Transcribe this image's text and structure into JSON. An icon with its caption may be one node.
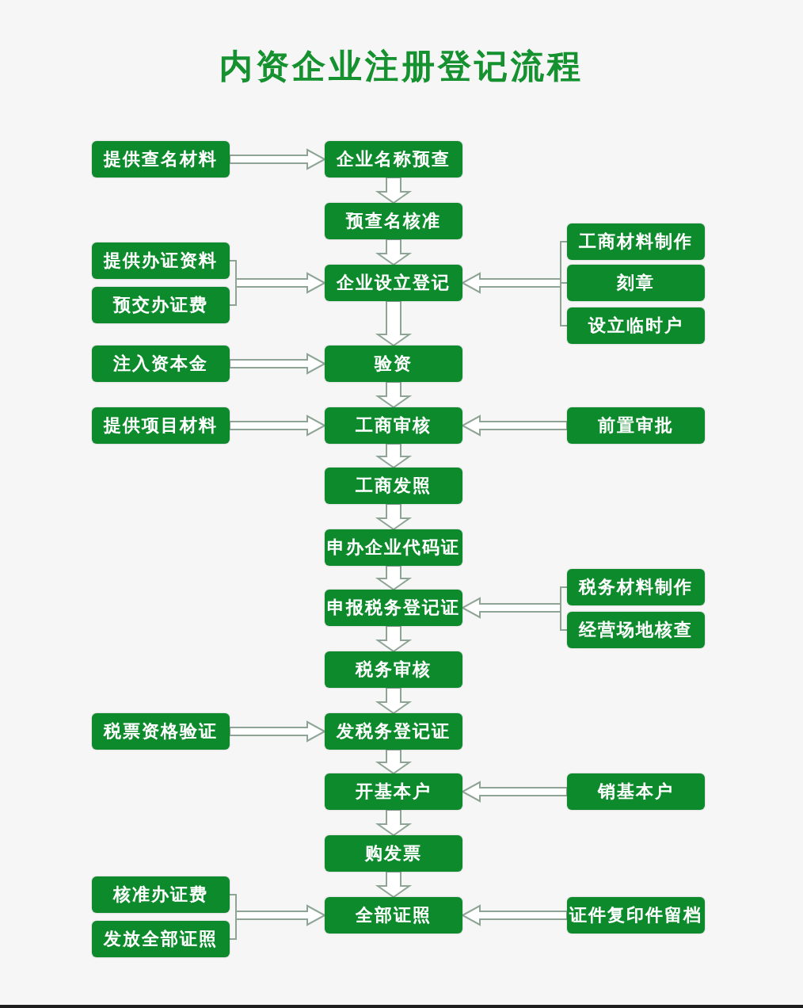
{
  "diagram": {
    "title": "内资企业注册登记流程",
    "nodes": [
      {
        "text": [
          "提供查名材料"
        ]
      },
      {
        "text": [
          "企业名称预查"
        ]
      },
      {
        "text": [
          "预查名核准"
        ]
      },
      {
        "text": [
          "工商材料制作"
        ]
      },
      {
        "text": [
          "提供办证资料"
        ]
      },
      {
        "text": [
          "企业设立登记"
        ]
      },
      {
        "text": [
          "刻章"
        ]
      },
      {
        "text": [
          "预交办证费"
        ]
      },
      {
        "text": [
          "设立临时户"
        ]
      },
      {
        "text": [
          "注入资本金"
        ]
      },
      {
        "text": [
          "验资"
        ]
      },
      {
        "text": [
          "提供项目材料"
        ]
      },
      {
        "text": [
          "工商审核"
        ]
      },
      {
        "text": [
          "前置审批"
        ]
      },
      {
        "text": [
          "工商发照"
        ]
      },
      {
        "text": [
          "申办企业代码证"
        ]
      },
      {
        "text": [
          "税务材料制作"
        ]
      },
      {
        "text": [
          "申报税务登记证"
        ]
      },
      {
        "text": [
          "经营场地核查"
        ]
      },
      {
        "text": [
          "税务审核"
        ]
      },
      {
        "text": [
          "税票资格验证"
        ]
      },
      {
        "text": [
          "发税务登记证"
        ]
      },
      {
        "text": [
          "开基本户"
        ]
      },
      {
        "text": [
          "销基本户"
        ]
      },
      {
        "text": [
          "购发票"
        ]
      },
      {
        "text": [
          "核准办证费"
        ]
      },
      {
        "text": [
          "全部证照"
        ]
      },
      {
        "text": [
          "证件复印件留档"
        ]
      },
      {
        "text": [
          "发放全部证照"
        ]
      }
    ],
    "edges": [
      {
        "from": 0,
        "to": 1,
        "arrow": "to"
      },
      {
        "from": 1,
        "to": 2,
        "arrow": "to"
      },
      {
        "from": 2,
        "to": 5,
        "arrow": "to"
      },
      {
        "from": 4,
        "to": 5,
        "arrow": "to"
      },
      {
        "from": 7,
        "to": 5,
        "arrow": "to"
      },
      {
        "from": 3,
        "to": 5,
        "arrow": "to"
      },
      {
        "from": 6,
        "to": 5,
        "arrow": "to"
      },
      {
        "from": 8,
        "to": 5,
        "arrow": "to"
      },
      {
        "from": 5,
        "to": 10,
        "arrow": "to"
      },
      {
        "from": 9,
        "to": 10,
        "arrow": "to"
      },
      {
        "from": 10,
        "to": 12,
        "arrow": "to"
      },
      {
        "from": 11,
        "to": 12,
        "arrow": "to"
      },
      {
        "from": 13,
        "to": 12,
        "arrow": "to"
      },
      {
        "from": 12,
        "to": 14,
        "arrow": "to"
      },
      {
        "from": 14,
        "to": 15,
        "arrow": "to"
      },
      {
        "from": 15,
        "to": 17,
        "arrow": "to"
      },
      {
        "from": 16,
        "to": 17,
        "arrow": "to"
      },
      {
        "from": 18,
        "to": 17,
        "arrow": "to"
      },
      {
        "from": 17,
        "to": 19,
        "arrow": "to"
      },
      {
        "from": 19,
        "to": 21,
        "arrow": "to"
      },
      {
        "from": 20,
        "to": 21,
        "arrow": "to"
      },
      {
        "from": 21,
        "to": 22,
        "arrow": "to"
      },
      {
        "from": 23,
        "to": 22,
        "arrow": "to"
      },
      {
        "from": 22,
        "to": 24,
        "arrow": "to"
      },
      {
        "from": 24,
        "to": 26,
        "arrow": "to"
      },
      {
        "from": 25,
        "to": 26,
        "arrow": "to"
      },
      {
        "from": 28,
        "to": 26,
        "arrow": "to"
      },
      {
        "from": 27,
        "to": 26,
        "arrow": "to"
      }
    ]
  }
}
